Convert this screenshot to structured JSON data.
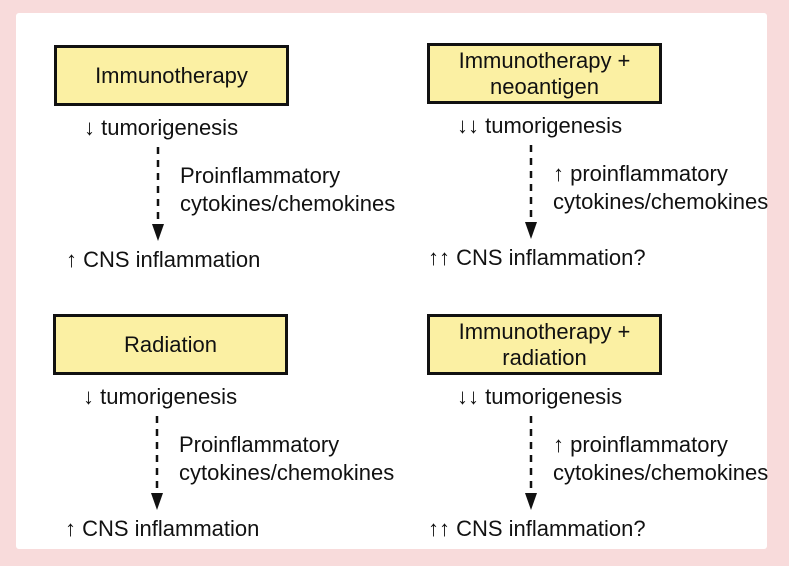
{
  "colors": {
    "background_pink": "#f8dbdb",
    "panel_white": "#ffffff",
    "box_fill": "#fbf0a3",
    "box_border": "#111111",
    "text": "#111111"
  },
  "panels": [
    {
      "name": "immunotherapy",
      "box_label": "Immunotherapy",
      "tumorigenesis": "↓ tumorigenesis",
      "mediator": "Proinflammatory\ncytokines/chemokines",
      "outcome": "↑ CNS inflammation"
    },
    {
      "name": "immunotherapy-neoantigen",
      "box_label": "Immunotherapy +\nneoantigen",
      "tumorigenesis": "↓↓ tumorigenesis",
      "mediator": "↑ proinflammatory\ncytokines/chemokines",
      "outcome": "↑↑ CNS inflammation?"
    },
    {
      "name": "radiation",
      "box_label": "Radiation",
      "tumorigenesis": "↓ tumorigenesis",
      "mediator": "Proinflammatory\ncytokines/chemokines",
      "outcome": "↑ CNS inflammation"
    },
    {
      "name": "immunotherapy-radiation",
      "box_label": "Immunotherapy +\nradiation",
      "tumorigenesis": "↓↓ tumorigenesis",
      "mediator": "↑ proinflammatory\ncytokines/chemokines",
      "outcome": "↑↑ CNS inflammation?"
    }
  ]
}
